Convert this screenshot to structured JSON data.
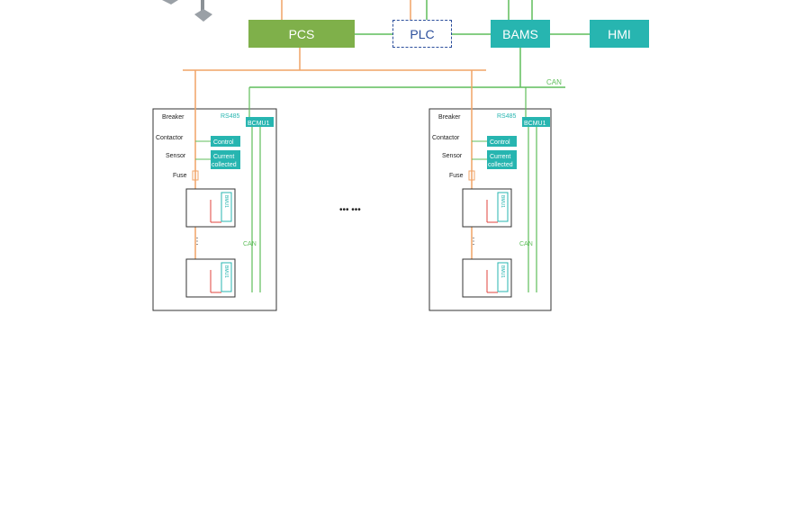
{
  "top": {
    "pcs_label": "PCS",
    "plc_label": "PLC",
    "bams_label": "BAMS",
    "hmi_label": "HMI"
  },
  "bus": {
    "can_label": "CAN"
  },
  "rack_labels": {
    "breaker": "Breaker",
    "contactor": "Contactor",
    "sensor": "Sensor",
    "fuse": "Fuse",
    "rs485": "RS485",
    "bcmu": "BCMU1",
    "control": "Control",
    "current_line1": "Current",
    "current_line2": "collected",
    "bmu": "BMU1",
    "can": "CAN"
  },
  "ellipsis": "••• •••",
  "colors": {
    "power": "#f0a366",
    "comm": "#5fbe5b",
    "pcs": "#7fb04a",
    "teal": "#27b5b0",
    "plc_border": "#2c4f9c"
  }
}
